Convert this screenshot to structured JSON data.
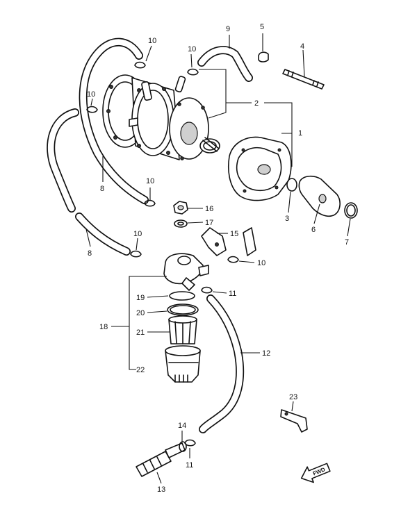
{
  "callouts": {
    "c1": "1",
    "c2": "2",
    "c3": "3",
    "c4": "4",
    "c5": "5",
    "c6": "6",
    "c7": "7",
    "c8a": "8",
    "c8b": "8",
    "c9": "9",
    "c10a": "10",
    "c10b": "10",
    "c10c": "10",
    "c10d": "10",
    "c10e": "10",
    "c10f": "10",
    "c11a": "11",
    "c11b": "11",
    "c12": "12",
    "c13": "13",
    "c14": "14",
    "c15": "15",
    "c16": "16",
    "c17": "17",
    "c18": "18",
    "c19": "19",
    "c20": "20",
    "c21": "21",
    "c22": "22",
    "c23": "23"
  },
  "fwd_arrow": {
    "label": "FWD",
    "icon": "forward-arrow-icon"
  },
  "colors": {
    "ink": "#111111",
    "paper": "#ffffff"
  }
}
